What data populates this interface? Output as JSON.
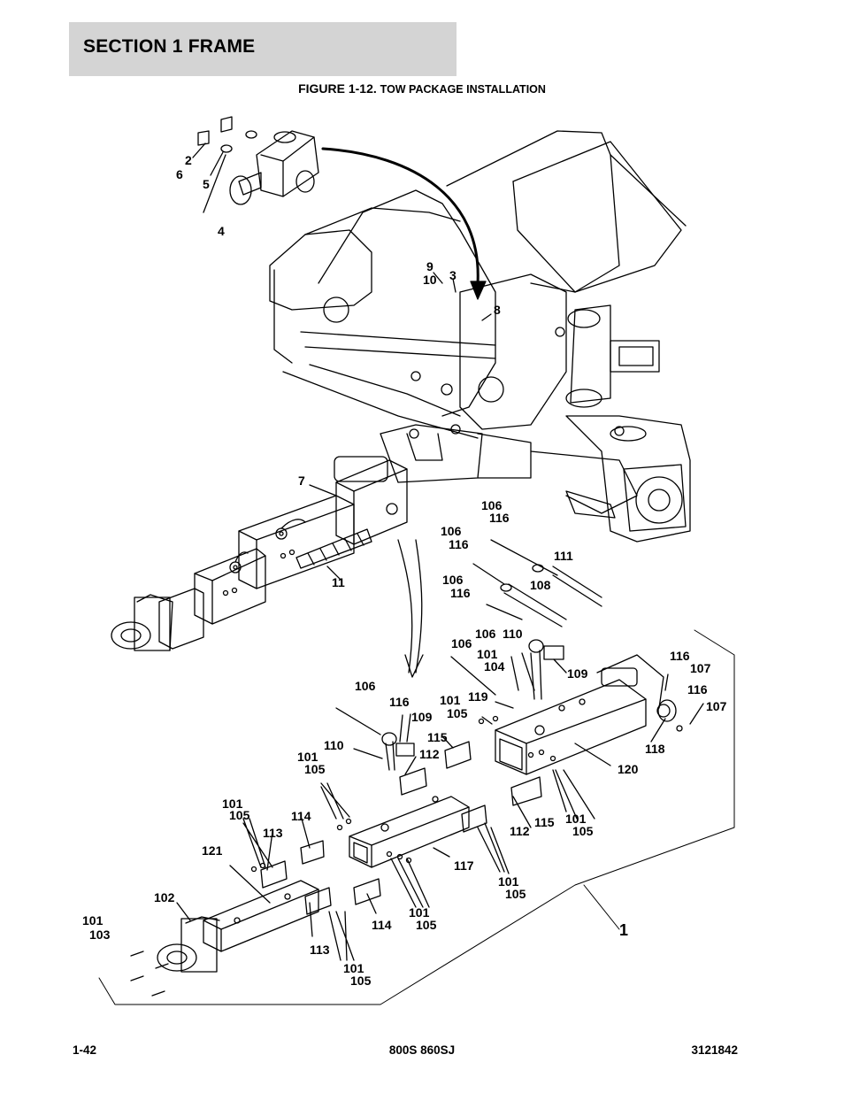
{
  "header": {
    "section_title": "SECTION 1  FRAME"
  },
  "figure": {
    "number": "FIGURE 1-12.",
    "title": "TOW PACKAGE INSTALLATION"
  },
  "callouts": [
    {
      "id": "c1",
      "text": "2"
    },
    {
      "id": "c2",
      "text": "6"
    },
    {
      "id": "c3",
      "text": "5"
    },
    {
      "id": "c4",
      "text": "4"
    },
    {
      "id": "c5",
      "text": "9"
    },
    {
      "id": "c6",
      "text": "10"
    },
    {
      "id": "c7",
      "text": "3"
    },
    {
      "id": "c8",
      "text": "8"
    },
    {
      "id": "c9",
      "text": "7"
    },
    {
      "id": "c10",
      "text": "11"
    },
    {
      "id": "c11",
      "text": "106"
    },
    {
      "id": "c12",
      "text": "116"
    },
    {
      "id": "c13",
      "text": "106"
    },
    {
      "id": "c14",
      "text": "116"
    },
    {
      "id": "c15",
      "text": "111"
    },
    {
      "id": "c16",
      "text": "106"
    },
    {
      "id": "c17",
      "text": "116"
    },
    {
      "id": "c18",
      "text": "108"
    },
    {
      "id": "c19",
      "text": "106"
    },
    {
      "id": "c20",
      "text": "106"
    },
    {
      "id": "c21",
      "text": "110"
    },
    {
      "id": "c22",
      "text": "101"
    },
    {
      "id": "c23",
      "text": "104"
    },
    {
      "id": "c24",
      "text": "109"
    },
    {
      "id": "c25",
      "text": "116"
    },
    {
      "id": "c26",
      "text": "107"
    },
    {
      "id": "c27",
      "text": "116"
    },
    {
      "id": "c28",
      "text": "107"
    },
    {
      "id": "c29",
      "text": "118"
    },
    {
      "id": "c30",
      "text": "119"
    },
    {
      "id": "c31",
      "text": "101"
    },
    {
      "id": "c32",
      "text": "105"
    },
    {
      "id": "c33",
      "text": "106"
    },
    {
      "id": "c34",
      "text": "116"
    },
    {
      "id": "c35",
      "text": "109"
    },
    {
      "id": "c36",
      "text": "115"
    },
    {
      "id": "c37",
      "text": "110"
    },
    {
      "id": "c38",
      "text": "112"
    },
    {
      "id": "c39",
      "text": "101"
    },
    {
      "id": "c40",
      "text": "105"
    },
    {
      "id": "c41",
      "text": "120"
    },
    {
      "id": "c42",
      "text": "101"
    },
    {
      "id": "c43",
      "text": "105"
    },
    {
      "id": "c44",
      "text": "114"
    },
    {
      "id": "c45",
      "text": "113"
    },
    {
      "id": "c46",
      "text": "115"
    },
    {
      "id": "c47",
      "text": "112"
    },
    {
      "id": "c48",
      "text": "101"
    },
    {
      "id": "c49",
      "text": "105"
    },
    {
      "id": "c50",
      "text": "121"
    },
    {
      "id": "c51",
      "text": "117"
    },
    {
      "id": "c52",
      "text": "101"
    },
    {
      "id": "c53",
      "text": "105"
    },
    {
      "id": "c54",
      "text": "102"
    },
    {
      "id": "c55",
      "text": "101"
    },
    {
      "id": "c56",
      "text": "103"
    },
    {
      "id": "c57",
      "text": "101"
    },
    {
      "id": "c58",
      "text": "105"
    },
    {
      "id": "c59",
      "text": "114"
    },
    {
      "id": "c60",
      "text": "113"
    },
    {
      "id": "c61",
      "text": "101"
    },
    {
      "id": "c62",
      "text": "105"
    },
    {
      "id": "c63",
      "text": "1"
    }
  ],
  "footer": {
    "page_number": "1-42",
    "model": "800S 860SJ",
    "part_number": "3121842"
  }
}
